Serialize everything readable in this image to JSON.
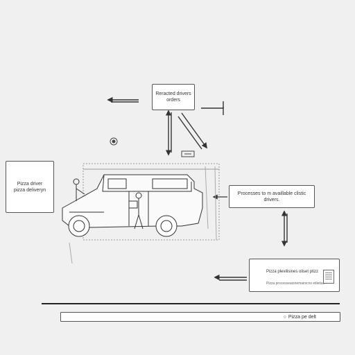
{
  "boxes": {
    "left": {
      "line1": "Pizza driver",
      "line2": "pizza deliveryn"
    },
    "top": {
      "line1": "Reracted drivers",
      "line2": "orders"
    },
    "right": {
      "text": "Processes to m availlable clistic drivers."
    },
    "bottom": {
      "line1": "Pizza plevilisines oliset ptizz",
      "line2": "Pizza processeaionemainicns etiletiao"
    }
  },
  "bottom_bar": {
    "icon": "search-icon",
    "label": "Pizza pe delt"
  },
  "colors": {
    "background": "#f0f0f0",
    "line": "#333333",
    "box_fill": "#ffffff"
  }
}
